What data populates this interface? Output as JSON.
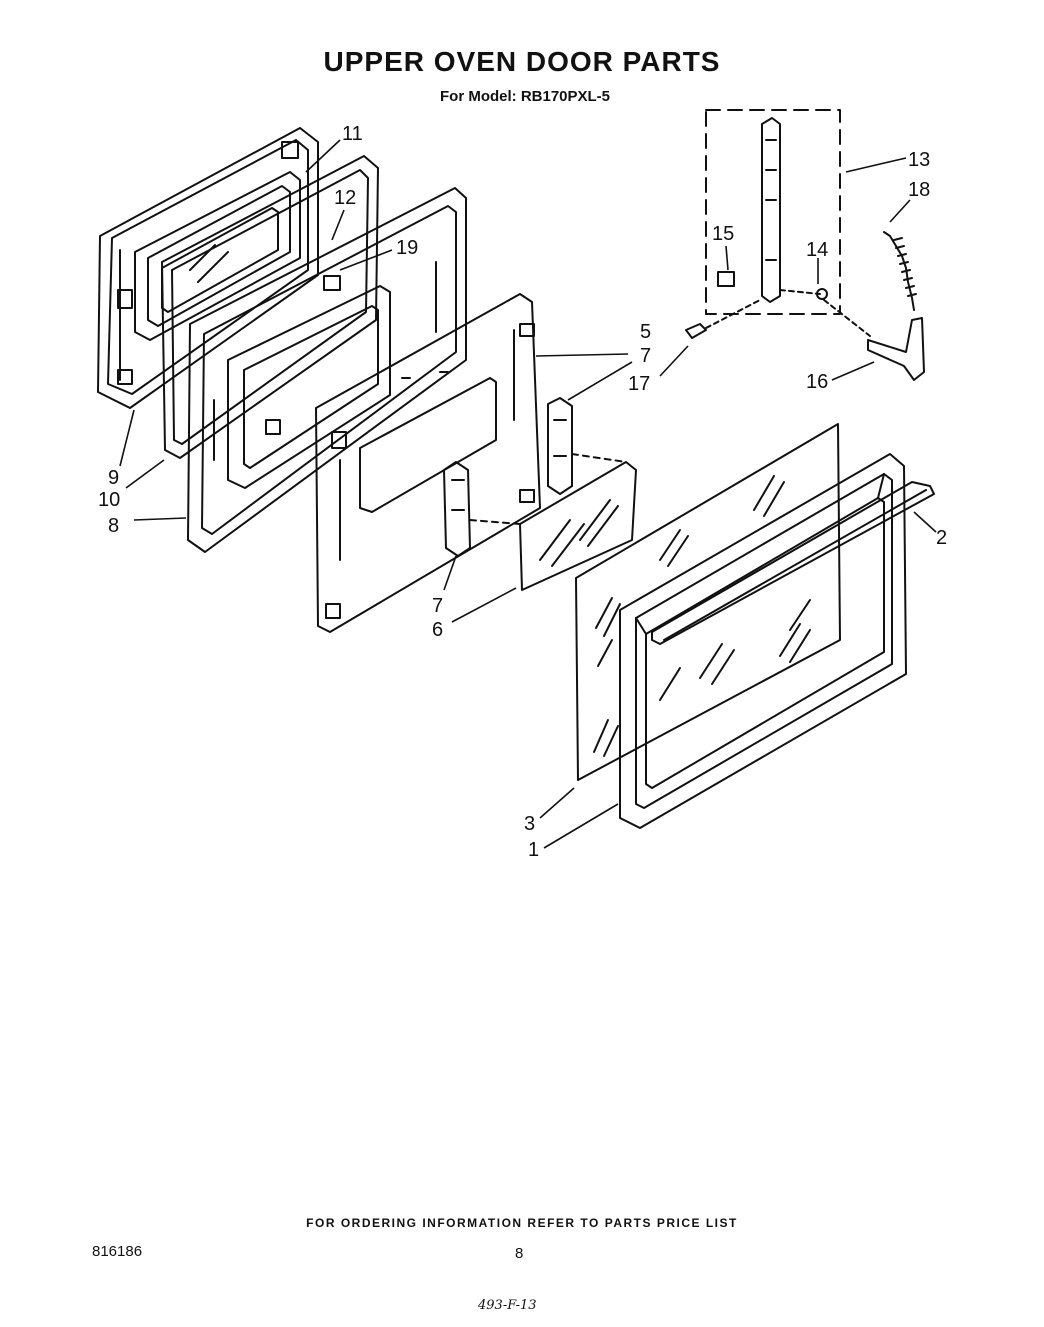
{
  "title": "UPPER OVEN DOOR PARTS",
  "subtitle": "For Model: RB170PXL-5",
  "footer_note": "FOR ORDERING INFORMATION REFER TO PARTS PRICE LIST",
  "document_number": "816186",
  "page_number": "8",
  "handwritten_note": "493-F-13",
  "callouts": {
    "c1": "1",
    "c2": "2",
    "c3": "3",
    "c5": "5",
    "c6": "6",
    "c7a": "7",
    "c7b": "7",
    "c8": "8",
    "c9": "9",
    "c10": "10",
    "c11": "11",
    "c12": "12",
    "c13": "13",
    "c14": "14",
    "c15": "15",
    "c16": "16",
    "c17": "17",
    "c18": "18",
    "c19": "19"
  }
}
